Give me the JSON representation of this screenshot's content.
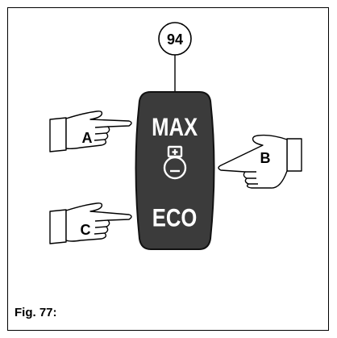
{
  "figure": {
    "callout_number": "94",
    "switch": {
      "top_label": "MAX",
      "bottom_label": "ECO",
      "icon": "engine-power-icon"
    },
    "hands": [
      {
        "label": "A",
        "position": "upper-left",
        "icon": "pointing-hand-icon"
      },
      {
        "label": "B",
        "position": "right",
        "icon": "pointing-hand-icon"
      },
      {
        "label": "C",
        "position": "lower-left",
        "icon": "pointing-hand-icon"
      }
    ],
    "caption": "Fig. 77:",
    "colors": {
      "switch_body": "#3b3b3b",
      "switch_text": "#ffffff",
      "line": "#000000"
    }
  }
}
